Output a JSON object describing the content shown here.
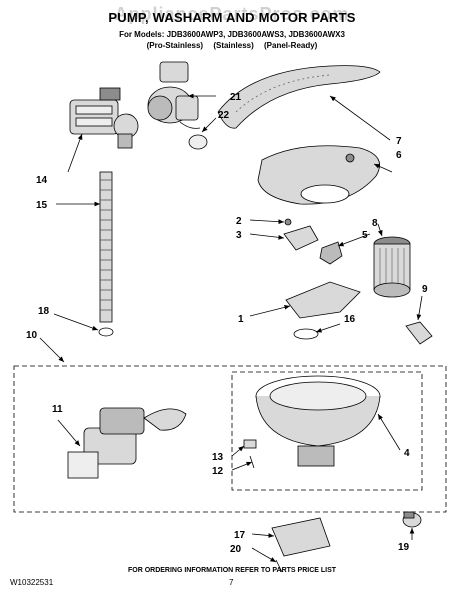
{
  "header": {
    "watermark": "AppliancePartsPros.com",
    "title": "PUMP, WASHARM AND MOTOR PARTS",
    "models": "For Models: JDB3600AWP3, JDB3600AWS3, JDB3600AWX3",
    "variants": "(Pro-Stainless)   (Stainless)   (Panel-Ready)"
  },
  "callouts": [
    "1",
    "2",
    "3",
    "4",
    "5",
    "6",
    "7",
    "8",
    "9",
    "10",
    "11",
    "12",
    "13",
    "14",
    "15",
    "16",
    "17",
    "18",
    "19",
    "20",
    "21",
    "22"
  ],
  "footer": {
    "note": "FOR ORDERING INFORMATION REFER TO PARTS PRICE LIST",
    "doc_number": "W10322531",
    "page": "7"
  },
  "colors": {
    "line": "#000000",
    "part_fill": "#d9d9d9",
    "part_dark": "#8c8c8c"
  }
}
